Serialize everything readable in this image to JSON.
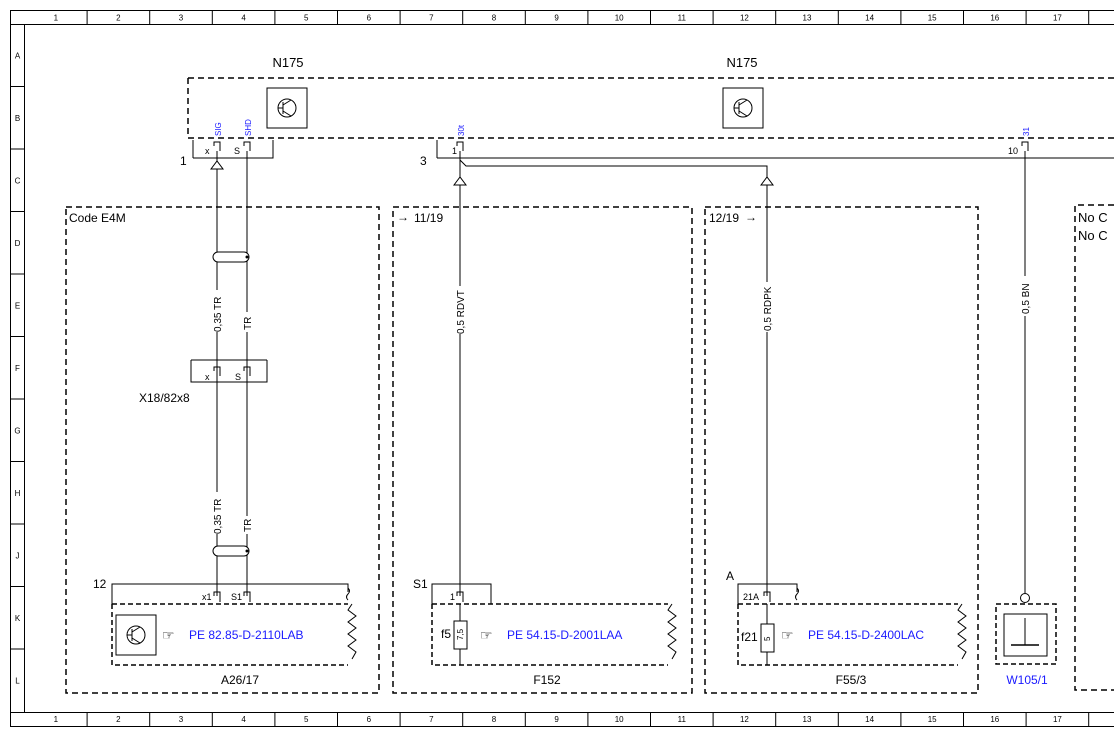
{
  "ruler": {
    "columns": [
      "1",
      "2",
      "3",
      "4",
      "5",
      "6",
      "7",
      "8",
      "9",
      "10",
      "11",
      "12",
      "13",
      "14",
      "15",
      "16",
      "17"
    ],
    "rows": [
      "A",
      "B",
      "C",
      "D",
      "E",
      "F",
      "G",
      "H",
      "J",
      "K",
      "L"
    ]
  },
  "components": {
    "n175_left": "N175",
    "n175_right": "N175",
    "x18": "X18/82x8",
    "a26": "A26/17",
    "f152": "F152",
    "f55": "F55/3",
    "w105": "W105/1"
  },
  "pins": {
    "sig": "SIG",
    "shd": "SHD",
    "p30t": "30t",
    "p31": "31",
    "x": "x",
    "s": "S",
    "s1": "S1",
    "x1": "x1",
    "one": "1",
    "ten": "10",
    "a21": "21A"
  },
  "connector_numbers": {
    "c1": "1",
    "c3": "3",
    "c12": "12",
    "cS1": "S1",
    "cA": "A",
    "xx": "x",
    "ss": "S"
  },
  "boxes": {
    "code_e4m": "Code E4M",
    "ref_11_19": "11/19",
    "ref_12_19": "12/19",
    "no_c1": "No C",
    "no_c2": "No C"
  },
  "wires": {
    "w1": "0,35 TR",
    "w2": "TR",
    "w3": "0,35 TR",
    "w4": "TR",
    "w5": "0,5 RDVT",
    "w6": "0,5 RDPK",
    "w7": "0,5 BN"
  },
  "fuses": {
    "f5": "f5",
    "f5_val": "7,5",
    "f21": "f21",
    "f21_val": "5"
  },
  "links": {
    "a26_link": "PE 82.85-D-2110LAB",
    "f152_link": "PE 54.15-D-2001LAA",
    "f55_link": "PE 54.15-D-2400LAC"
  },
  "colors": {
    "link": "#1a1aff",
    "line": "#000000"
  }
}
